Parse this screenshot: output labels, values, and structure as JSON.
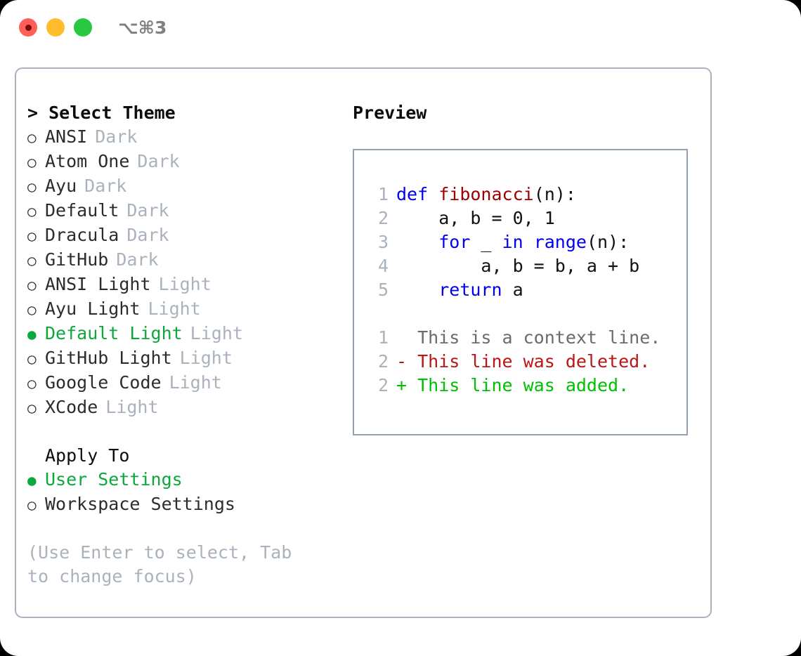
{
  "titlebar": {
    "shortcut": "⌥⌘3",
    "buttons": {
      "close": "close-button",
      "minimize": "minimize-button",
      "maximize": "maximize-button"
    }
  },
  "colors": {
    "accent_green": "#0ba83c",
    "muted": "#aab2bd",
    "text": "#2c2c2c",
    "keyword_blue": "#0000ee",
    "function_red": "#a00000",
    "diff_deleted": "#bb1515",
    "diff_added": "#00c000",
    "border": "#aab2bd",
    "traffic_red": "#ff5f57",
    "traffic_amber": "#ffbd2e",
    "traffic_green": "#28c840"
  },
  "theme_picker": {
    "header": "> Select Theme",
    "radio_unselected": "○",
    "radio_selected": "●",
    "items": [
      {
        "name": "ANSI",
        "tag": "Dark",
        "selected": false
      },
      {
        "name": "Atom One",
        "tag": "Dark",
        "selected": false
      },
      {
        "name": "Ayu",
        "tag": "Dark",
        "selected": false
      },
      {
        "name": "Default",
        "tag": "Dark",
        "selected": false
      },
      {
        "name": "Dracula",
        "tag": "Dark",
        "selected": false
      },
      {
        "name": "GitHub",
        "tag": "Dark",
        "selected": false
      },
      {
        "name": "ANSI Light",
        "tag": "Light",
        "selected": false
      },
      {
        "name": "Ayu Light",
        "tag": "Light",
        "selected": false
      },
      {
        "name": "Default Light",
        "tag": "Light",
        "selected": true
      },
      {
        "name": "GitHub Light",
        "tag": "Light",
        "selected": false
      },
      {
        "name": "Google Code",
        "tag": "Light",
        "selected": false
      },
      {
        "name": "XCode",
        "tag": "Light",
        "selected": false
      }
    ]
  },
  "apply_to": {
    "label": "Apply To",
    "items": [
      {
        "name": "User Settings",
        "selected": true
      },
      {
        "name": "Workspace Settings",
        "selected": false
      }
    ]
  },
  "hint": "(Use Enter to select, Tab to change focus)",
  "preview": {
    "title": "Preview",
    "code_lines": [
      {
        "no": "1",
        "tokens": [
          {
            "t": "def",
            "c": "kw"
          },
          {
            "t": " ",
            "c": "pl"
          },
          {
            "t": "fibonacci",
            "c": "fn"
          },
          {
            "t": "(n):",
            "c": "pl"
          }
        ]
      },
      {
        "no": "2",
        "tokens": [
          {
            "t": "    a, b = 0, 1",
            "c": "pl"
          }
        ]
      },
      {
        "no": "3",
        "tokens": [
          {
            "t": "    ",
            "c": "pl"
          },
          {
            "t": "for",
            "c": "kw"
          },
          {
            "t": " _ ",
            "c": "pl"
          },
          {
            "t": "in",
            "c": "kw"
          },
          {
            "t": " ",
            "c": "pl"
          },
          {
            "t": "range",
            "c": "kw"
          },
          {
            "t": "(n):",
            "c": "pl"
          }
        ]
      },
      {
        "no": "4",
        "tokens": [
          {
            "t": "        a, b = b, a + b",
            "c": "pl"
          }
        ]
      },
      {
        "no": "5",
        "tokens": [
          {
            "t": "    ",
            "c": "pl"
          },
          {
            "t": "return",
            "c": "kw"
          },
          {
            "t": " a",
            "c": "pl"
          }
        ]
      }
    ],
    "diff_lines": [
      {
        "no": "1",
        "sign": " ",
        "text": " This is a context line.",
        "kind": "ctx"
      },
      {
        "no": "2",
        "sign": "-",
        "text": " This line was deleted.",
        "kind": "del"
      },
      {
        "no": "2",
        "sign": "+",
        "text": " This line was added.",
        "kind": "add"
      }
    ]
  }
}
